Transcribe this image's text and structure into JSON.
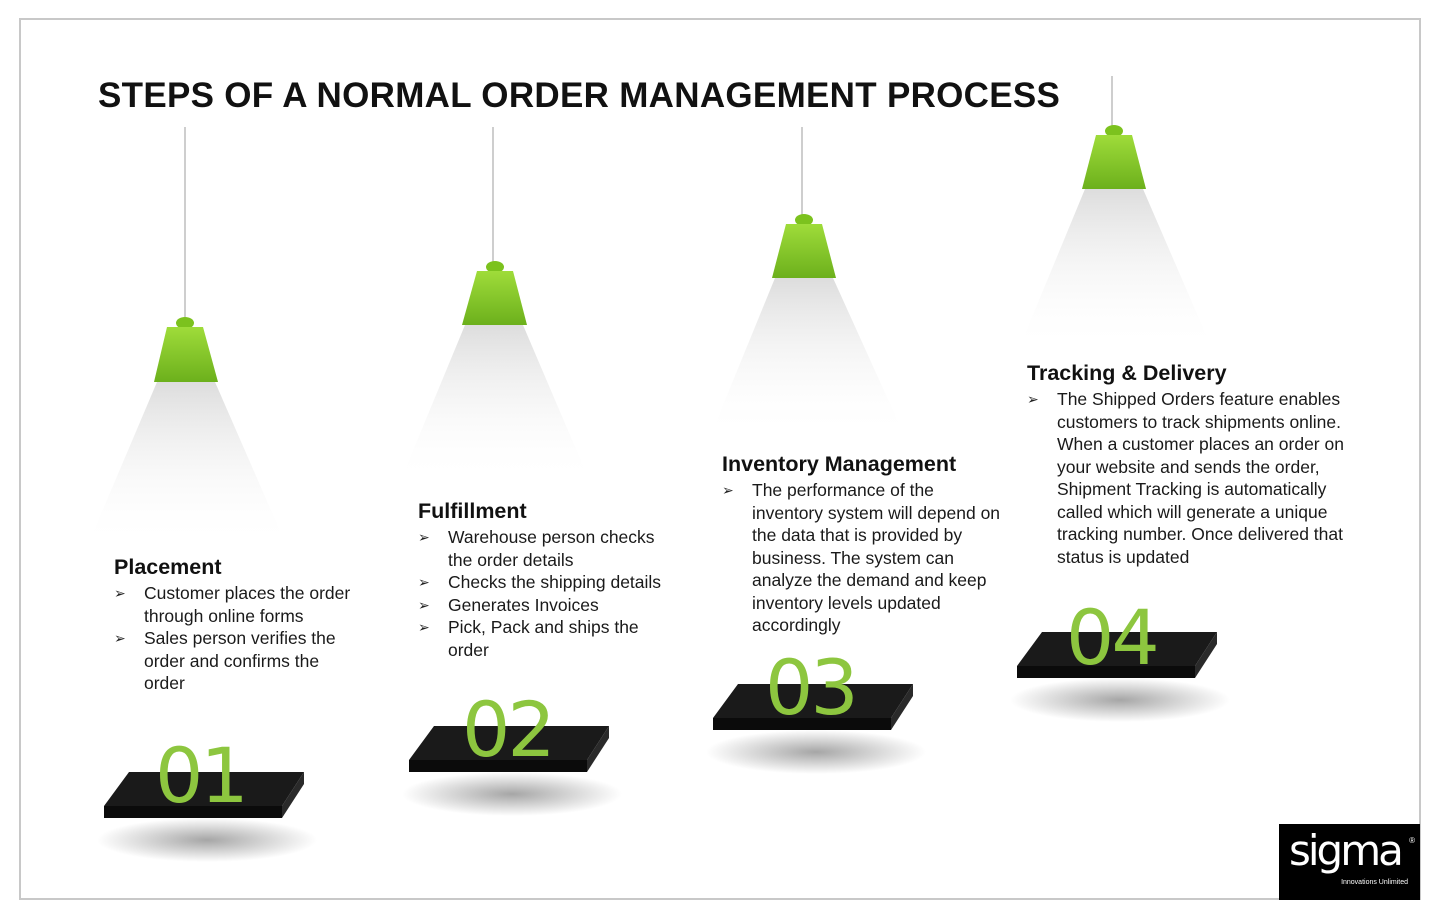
{
  "title": "STEPS OF A NORMAL ORDER MANAGEMENT PROCESS",
  "colors": {
    "accent": "#8dc63f",
    "lamp": "#7cc21e",
    "platform": "#111111",
    "text": "#111111"
  },
  "steps": [
    {
      "number": "01",
      "title": "Placement",
      "bullets": [
        "Customer places the order through online forms",
        "Sales person verifies the order and confirms the order"
      ]
    },
    {
      "number": "02",
      "title": "Fulfillment",
      "bullets": [
        "Warehouse person checks the order details",
        "Checks the shipping details",
        "Generates Invoices",
        "Pick, Pack and ships the order"
      ]
    },
    {
      "number": "03",
      "title": "Inventory Management",
      "bullets": [
        "The performance of the inventory system will depend on the data that is provided by business. The system can analyze the demand and keep inventory levels updated accordingly"
      ]
    },
    {
      "number": "04",
      "title": "Tracking & Delivery",
      "bullets": [
        "The Shipped Orders feature enables customers to track shipments online. When a customer places an order on your website and sends the order, Shipment Tracking is automatically called which will generate a unique tracking number. Once delivered that status is updated"
      ]
    }
  ],
  "bullet_icon": "arrow-bullet-icon",
  "logo": {
    "name": "sigma",
    "reg_mark": "®",
    "tagline": "Innovations Unlimited"
  }
}
